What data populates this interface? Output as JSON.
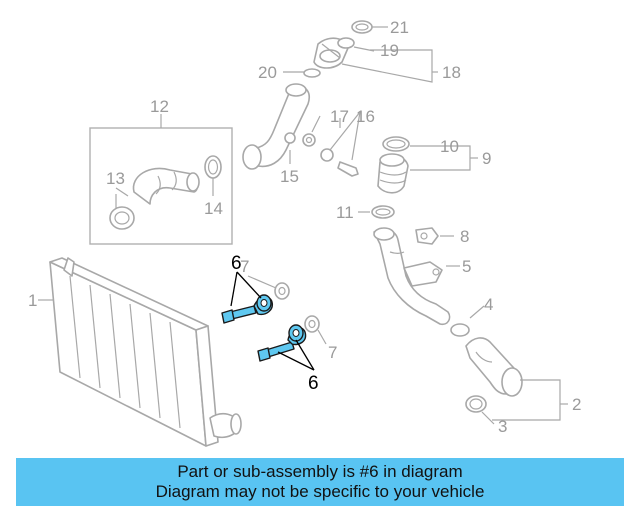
{
  "diagram": {
    "callouts": {
      "c1": "1",
      "c2": "2",
      "c3": "3",
      "c4": "4",
      "c5": "5",
      "c6a": "6",
      "c6b": "6",
      "c7a": "7",
      "c7b": "7",
      "c8": "8",
      "c9": "9",
      "c10": "10",
      "c11": "11",
      "c12": "12",
      "c13": "13",
      "c14": "14",
      "c15": "15",
      "c16": "16",
      "c17": "17",
      "c18": "18",
      "c19": "19",
      "c20": "20",
      "c21": "21"
    },
    "highlight_color": "#5fc8f0"
  },
  "banner": {
    "line1": "Part or sub-assembly is #6 in diagram",
    "line2": "Diagram may not be specific to your vehicle",
    "background": "#59c4f2"
  }
}
